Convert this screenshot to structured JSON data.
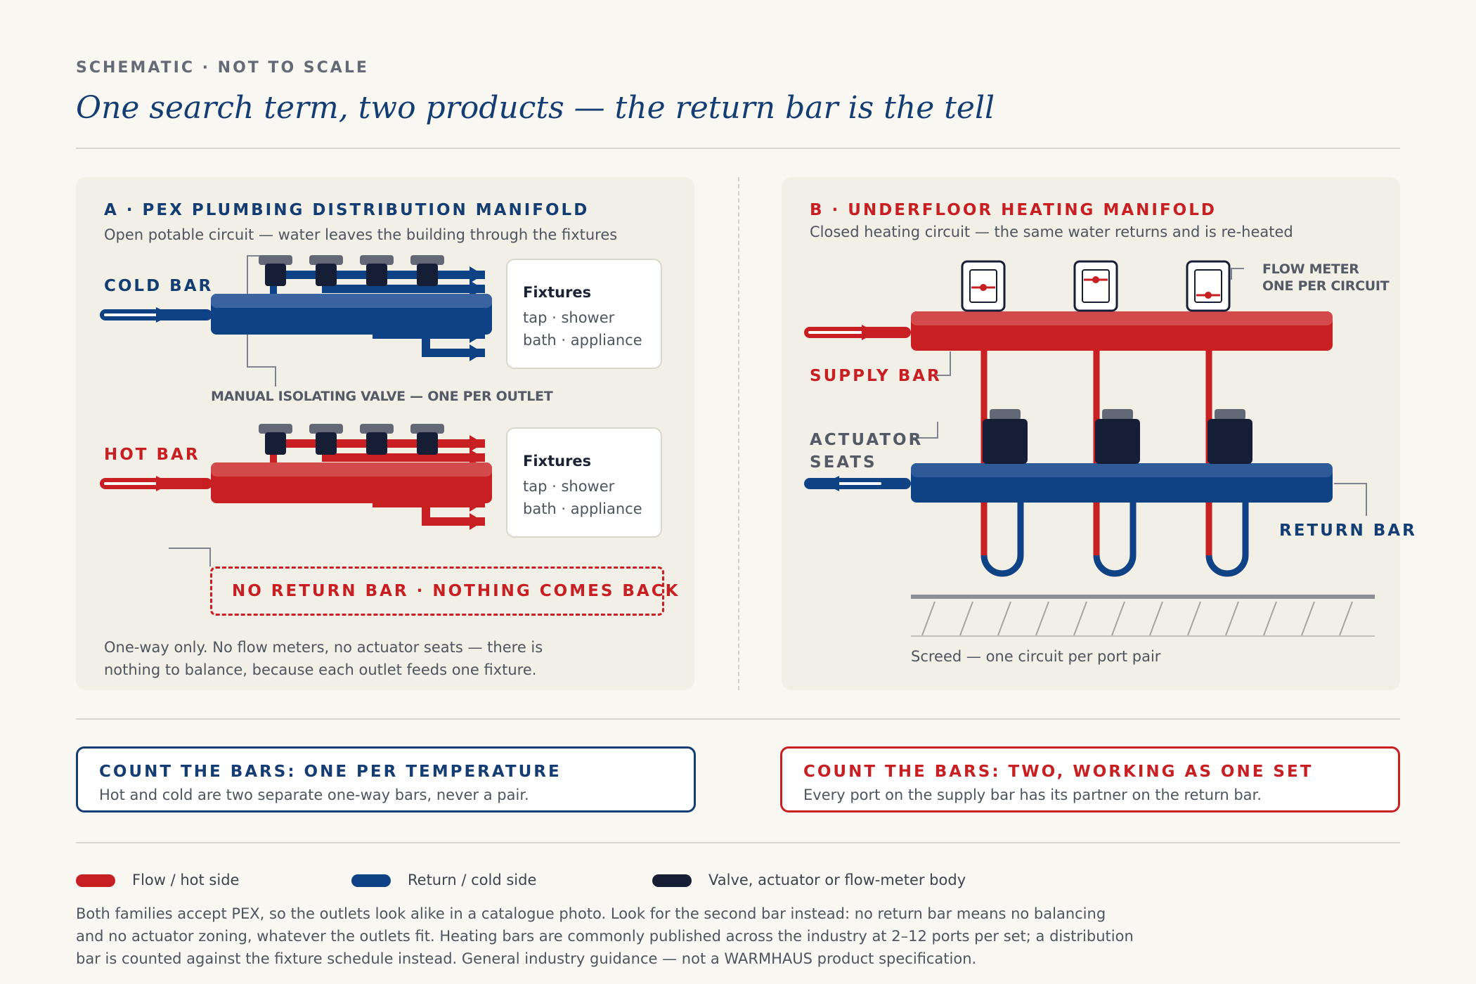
{
  "header": {
    "eyebrow": "SCHEMATIC · NOT TO SCALE",
    "title": "One search term, two products — the return bar is the tell"
  },
  "panel_a": {
    "title": "A · PEX PLUMBING DISTRIBUTION MANIFOLD",
    "subtitle": "Open potable circuit — water leaves the building through the fixtures",
    "cold_label": "COLD BAR",
    "hot_label": "HOT BAR",
    "valve_label": "MANUAL ISOLATING VALVE — ONE PER OUTLET",
    "fixtures_cold": {
      "title": "Fixtures",
      "line1": "tap · shower",
      "line2": "bath · appliance"
    },
    "fixtures_hot": {
      "title": "Fixtures",
      "line1": "tap · shower",
      "line2": "bath · appliance"
    },
    "no_return": "NO RETURN BAR · NOTHING COMES BACK",
    "note_line1": "One-way only. No flow meters, no actuator seats — there is",
    "note_line2": "nothing to balance, because each outlet feeds one fixture."
  },
  "panel_b": {
    "title": "B · UNDERFLOOR HEATING MANIFOLD",
    "subtitle": "Closed heating circuit — the same water returns and is re-heated",
    "flow_meter_line1": "FLOW METER",
    "flow_meter_line2": "ONE PER CIRCUIT",
    "supply_label": "SUPPLY BAR",
    "actuator_line1": "ACTUATOR",
    "actuator_line2": "SEATS",
    "return_label": "RETURN BAR",
    "screed_label": "Screed — one circuit per port pair"
  },
  "callouts": {
    "left": {
      "title": "COUNT THE BARS: ONE PER TEMPERATURE",
      "text": "Hot and cold are two separate one-way bars, never a pair."
    },
    "right": {
      "title": "COUNT THE BARS: TWO, WORKING AS ONE SET",
      "text": "Every port on the supply bar has its partner on the return bar."
    }
  },
  "legend": {
    "items": [
      {
        "label": "Flow / hot side",
        "color": "#c71f22"
      },
      {
        "label": "Return / cold side",
        "color": "#0f4185"
      },
      {
        "label": "Valve, actuator or flow-meter body",
        "color": "#161e36"
      }
    ]
  },
  "footnote": {
    "line1": "Both families accept PEX, so the outlets look alike in a catalogue photo. Look for the second bar instead: no return bar means no balancing",
    "line2": "and no actuator zoning, whatever the outlets fit. Heating bars are commonly published across the industry at 2–12 ports per set; a distribution",
    "line3": "bar is counted against the fixture schedule instead. General industry guidance — not a WARMHAUS product specification."
  },
  "colors": {
    "hot": "#c71f22",
    "cold": "#0f4185",
    "body": "#161e36",
    "valve_cap": "#626875",
    "title_blue": "#143d73"
  }
}
